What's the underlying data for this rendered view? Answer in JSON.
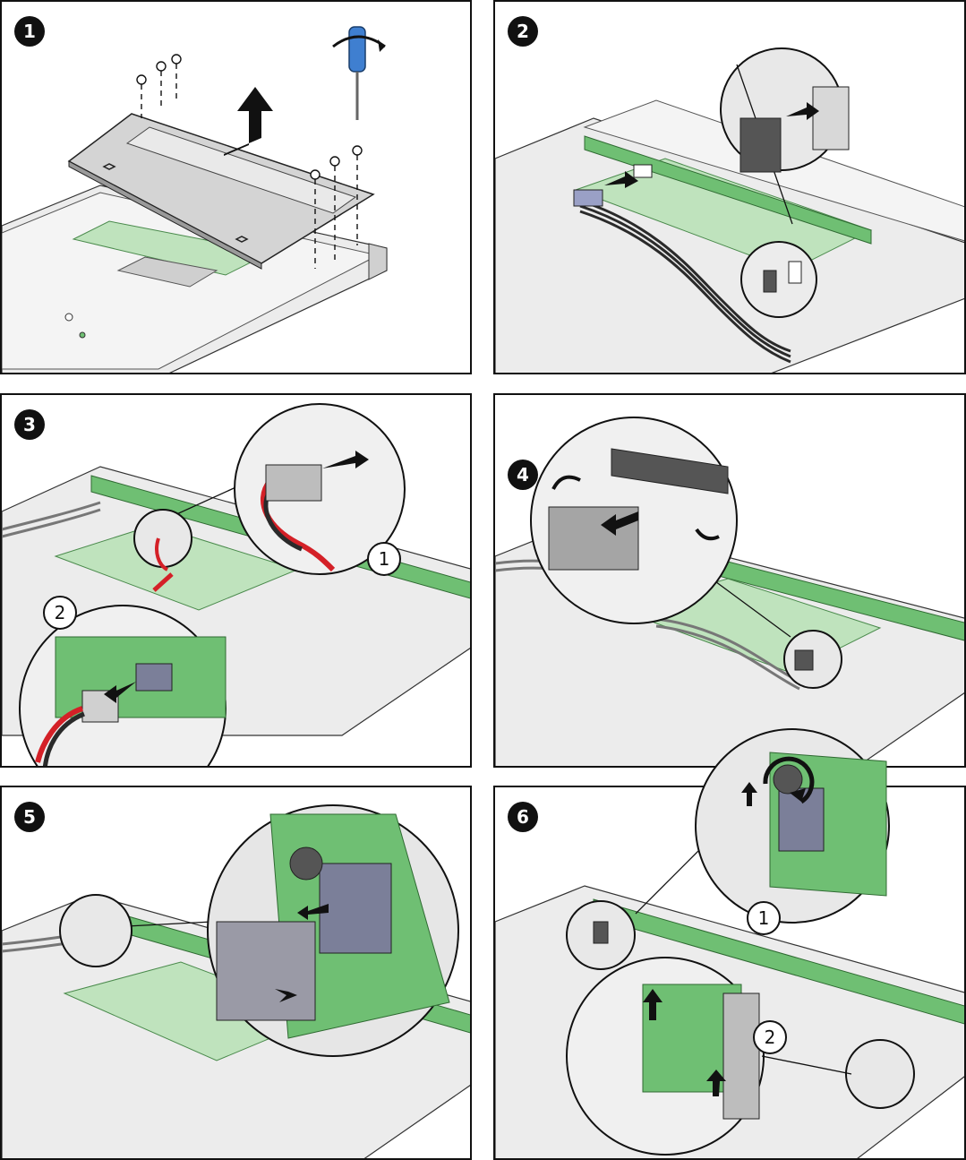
{
  "steps": [
    {
      "number": "1"
    },
    {
      "number": "2"
    },
    {
      "number": "3",
      "callouts": [
        "1",
        "2"
      ]
    },
    {
      "number": "4"
    },
    {
      "number": "5"
    },
    {
      "number": "6",
      "callouts": [
        "1",
        "2"
      ]
    }
  ],
  "colors": {
    "outline": "#111111",
    "chassis": "#e4e4e4",
    "chassis_dark": "#c9c9c9",
    "board_green": "#6fbf73",
    "board_light_green": "#bfe3bd",
    "cable_black": "#2a2a2a",
    "cable_red": "#d42027",
    "connector_gray": "#9a9aa6",
    "connector_blue_gray": "#7b7f99",
    "arrow": "#111111",
    "screwdriver_blue": "#3f7fd0"
  },
  "icons": [
    "screw-icon",
    "screwdriver-icon",
    "rotate-arrow-icon",
    "arrow-icon",
    "magnifier-circle-icon"
  ]
}
